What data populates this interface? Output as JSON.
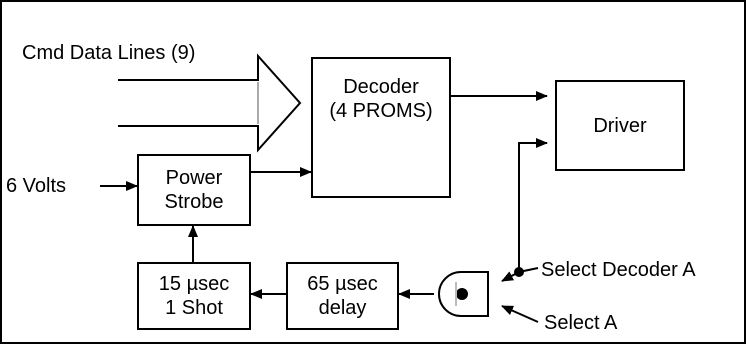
{
  "blocks": {
    "decoder": {
      "line1": "Decoder",
      "line2": "(4 PROMS)"
    },
    "driver": {
      "line1": "Driver"
    },
    "power_strobe": {
      "line1": "Power",
      "line2": "Strobe"
    },
    "one_shot": {
      "line1": "15 µsec",
      "line2": "1 Shot"
    },
    "delay": {
      "line1": "65 µsec",
      "line2": "delay"
    }
  },
  "labels": {
    "cmd_data_lines": "Cmd Data Lines (9)",
    "six_volts": "6 Volts",
    "select_decoder_a": "Select Decoder A",
    "select_a": "Select A"
  }
}
